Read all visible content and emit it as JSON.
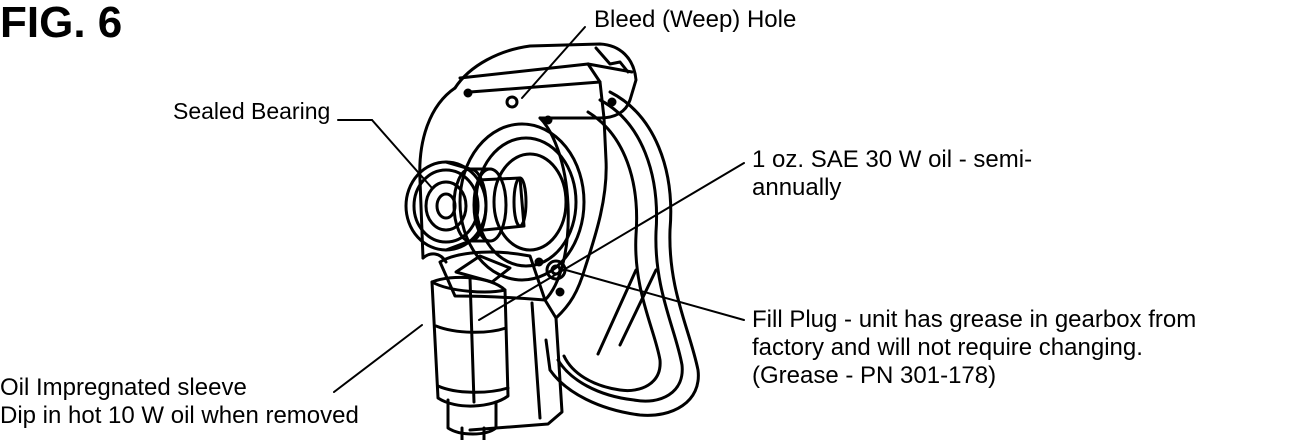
{
  "figure": {
    "title": "FIG. 6",
    "callouts": {
      "bleed_hole": "Bleed (Weep) Hole",
      "sealed_bearing": "Sealed Bearing",
      "oil": {
        "line1": "1 oz. SAE 30 W oil - semi-",
        "line2": "annually"
      },
      "fill_plug": {
        "line1": "Fill Plug - unit has grease in gearbox from",
        "line2": "factory and will not require changing.",
        "line3": "(Grease - PN 301-178)"
      },
      "sleeve": {
        "line1": "Oil Impregnated sleeve",
        "line2": "Dip in hot 10 W oil when removed"
      }
    },
    "illustration": "gearbox-assembly",
    "colors": {
      "ink": "#000000",
      "paper": "#ffffff"
    }
  }
}
